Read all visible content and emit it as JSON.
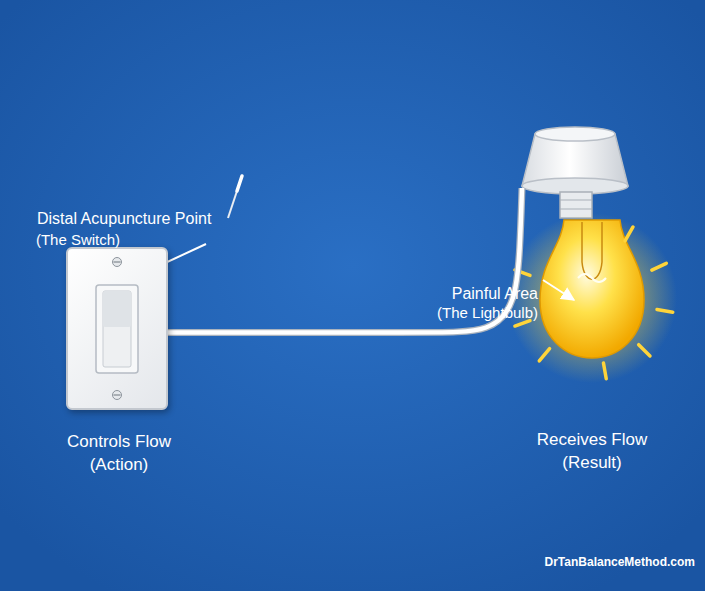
{
  "diagram": {
    "nodes": [
      {
        "text": [
          "Distal Acupuncture Point",
          "(The Switch)",
          "Controls Flow",
          "(Action)"
        ]
      },
      {
        "text": [
          "Painful Area",
          "(The Lightbulb)",
          "Receives Flow",
          "(Result)"
        ]
      }
    ],
    "edges": [
      {
        "from": 0,
        "to": 1,
        "arrow": "none"
      }
    ],
    "labels": [
      "DrTanBalanceMethod.com"
    ]
  }
}
